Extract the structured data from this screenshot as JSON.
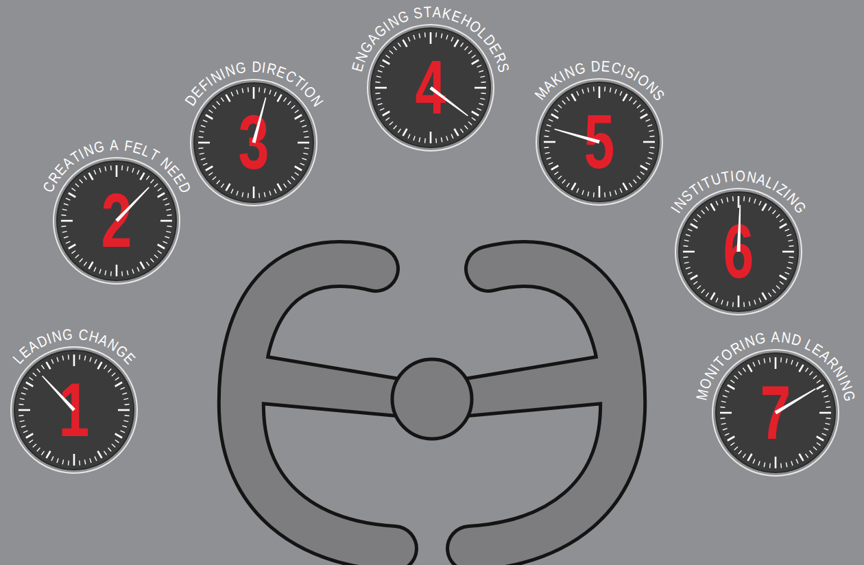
{
  "diagram": {
    "nodes": [
      {
        "text": [
          "LEADING CHANGE",
          "1"
        ]
      },
      {
        "text": [
          "CREATING A FELT NEED",
          "2"
        ]
      },
      {
        "text": [
          "DEFINING DIRECTION",
          "3"
        ]
      },
      {
        "text": [
          "ENGAGING STAKEHOLDERS",
          "4"
        ]
      },
      {
        "text": [
          "MAKING DECISIONS",
          "5"
        ]
      },
      {
        "text": [
          "INSTITUTIONALIZING",
          "6"
        ]
      },
      {
        "text": [
          "MONITORING AND LEARNING",
          "7"
        ]
      }
    ]
  }
}
